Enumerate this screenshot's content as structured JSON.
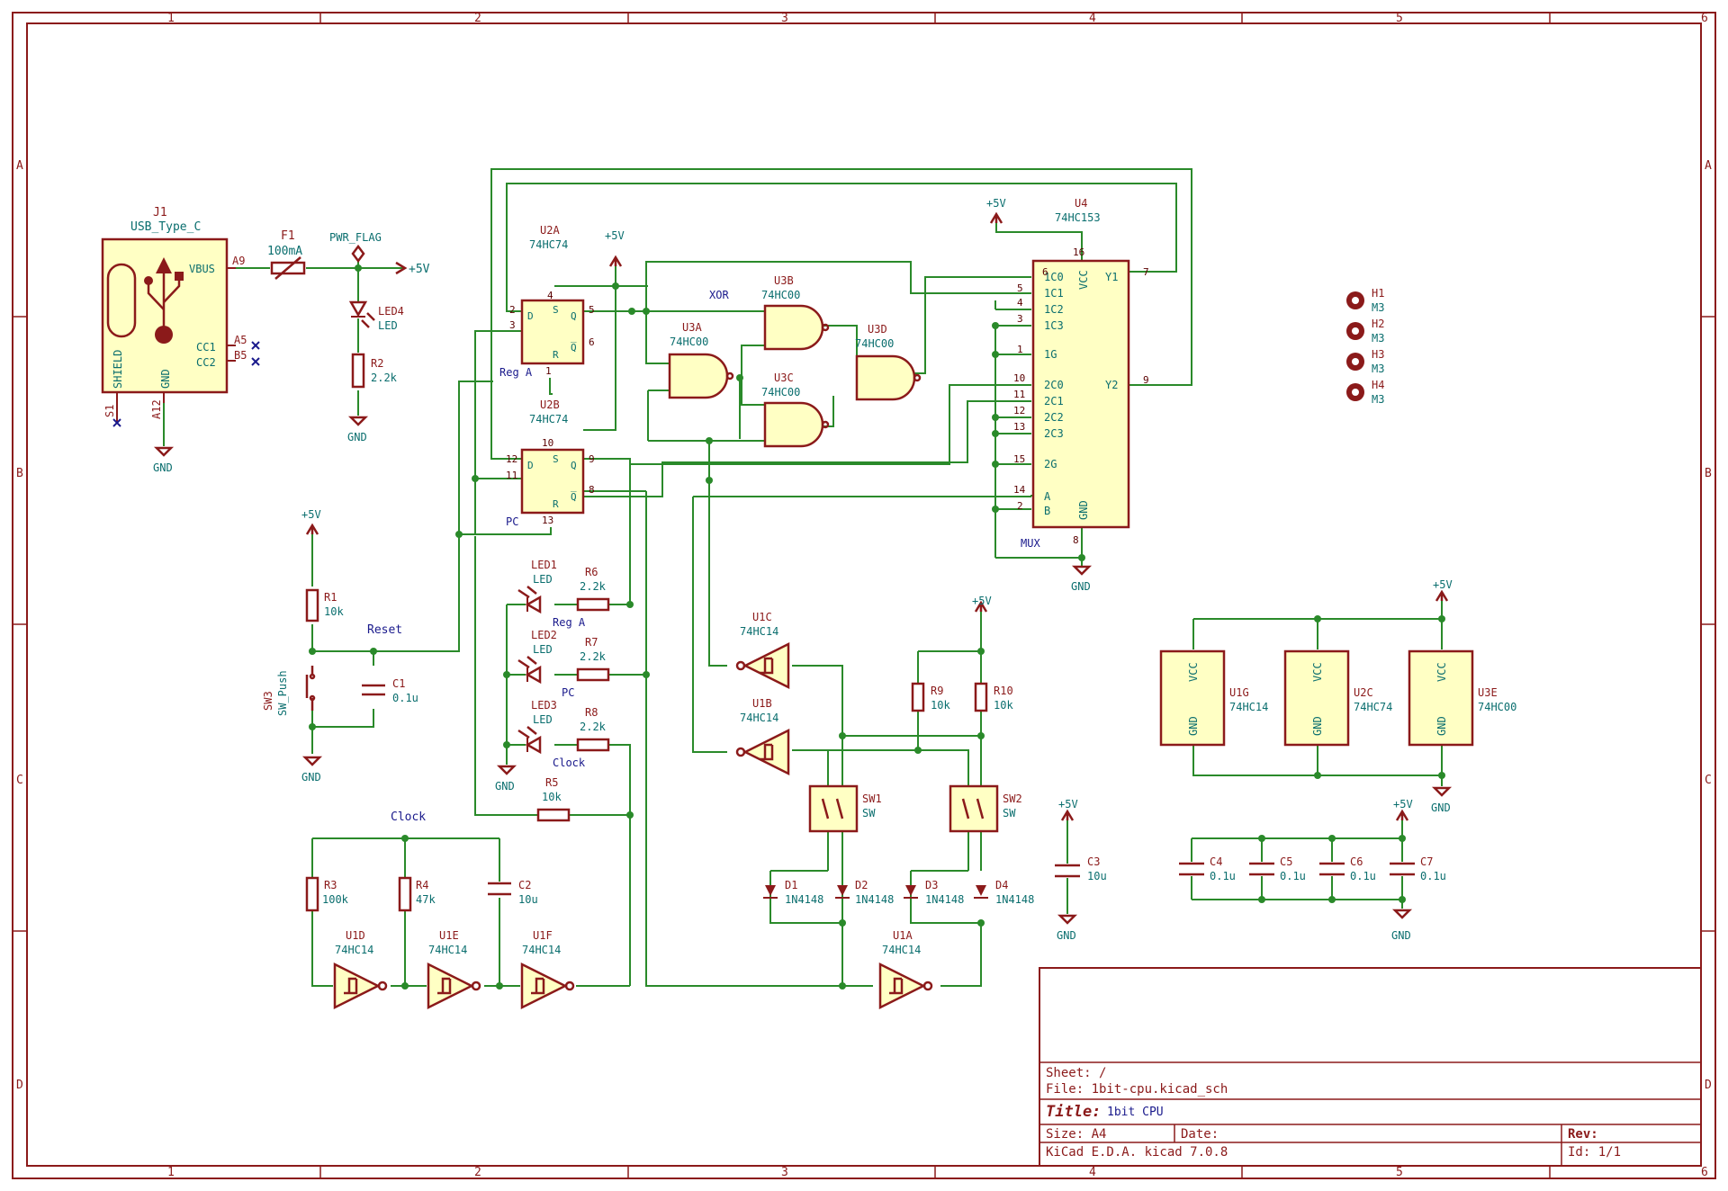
{
  "sheet": {
    "columns": [
      "1",
      "2",
      "3",
      "4",
      "5",
      "6"
    ],
    "rows": [
      "A",
      "B",
      "C",
      "D"
    ]
  },
  "title_block": {
    "sheet": "Sheet: /",
    "file": "File: 1bit-cpu.kicad_sch",
    "title_label": "Title:",
    "title": "1bit CPU",
    "size": "Size: A4",
    "date": "Date:",
    "rev": "Rev:",
    "tool": "KiCad E.D.A.  kicad 7.0.8",
    "id": "Id: 1/1"
  },
  "nets": {
    "p5v": "+5V",
    "gnd": "GND",
    "pwr_flag": "PWR_FLAG",
    "reset": "Reset",
    "clock": "Clock",
    "xor": "XOR",
    "mux": "MUX",
    "reg_a": "Reg A",
    "pc": "PC"
  },
  "components": {
    "j1": {
      "ref": "J1",
      "value": "USB_Type_C",
      "vbus": "VBUS",
      "cc1": "CC1",
      "cc2": "CC2",
      "shield": "SHIELD",
      "gnd": "GND",
      "p_a9": "A9",
      "p_a5": "A5",
      "p_b5": "B5",
      "p_a12": "A12",
      "p_s1": "S1"
    },
    "f1": {
      "ref": "F1",
      "value": "100mA"
    },
    "led4": {
      "ref": "LED4",
      "value": "LED"
    },
    "r2": {
      "ref": "R2",
      "value": "2.2k"
    },
    "r1": {
      "ref": "R1",
      "value": "10k"
    },
    "sw3": {
      "ref": "SW3",
      "value": "SW_Push"
    },
    "c1": {
      "ref": "C1",
      "value": "0.1u"
    },
    "u2a": {
      "ref": "U2A",
      "value": "74HC74"
    },
    "u2b": {
      "ref": "U2B",
      "value": "74HC74"
    },
    "u2c": {
      "ref": "U2C",
      "value": "74HC74"
    },
    "u3a": {
      "ref": "U3A",
      "value": "74HC00"
    },
    "u3b": {
      "ref": "U3B",
      "value": "74HC00"
    },
    "u3c": {
      "ref": "U3C",
      "value": "74HC00"
    },
    "u3d": {
      "ref": "U3D",
      "value": "74HC00"
    },
    "u3e": {
      "ref": "U3E",
      "value": "74HC00"
    },
    "u4": {
      "ref": "U4",
      "value": "74HC153"
    },
    "led1": {
      "ref": "LED1",
      "value": "LED"
    },
    "led2": {
      "ref": "LED2",
      "value": "LED"
    },
    "led3": {
      "ref": "LED3",
      "value": "LED"
    },
    "r6": {
      "ref": "R6",
      "value": "2.2k"
    },
    "r7": {
      "ref": "R7",
      "value": "2.2k"
    },
    "r8": {
      "ref": "R8",
      "value": "2.2k"
    },
    "r5": {
      "ref": "R5",
      "value": "10k"
    },
    "r3": {
      "ref": "R3",
      "value": "100k"
    },
    "r4": {
      "ref": "R4",
      "value": "47k"
    },
    "c2": {
      "ref": "C2",
      "value": "10u"
    },
    "u1a": {
      "ref": "U1A",
      "value": "74HC14"
    },
    "u1b": {
      "ref": "U1B",
      "value": "74HC14"
    },
    "u1c": {
      "ref": "U1C",
      "value": "74HC14"
    },
    "u1d": {
      "ref": "U1D",
      "value": "74HC14"
    },
    "u1e": {
      "ref": "U1E",
      "value": "74HC14"
    },
    "u1f": {
      "ref": "U1F",
      "value": "74HC14"
    },
    "u1g": {
      "ref": "U1G",
      "value": "74HC14"
    },
    "r9": {
      "ref": "R9",
      "value": "10k"
    },
    "r10": {
      "ref": "R10",
      "value": "10k"
    },
    "sw1": {
      "ref": "SW1",
      "value": "SW"
    },
    "sw2": {
      "ref": "SW2",
      "value": "SW"
    },
    "d1": {
      "ref": "D1",
      "value": "1N4148"
    },
    "d2": {
      "ref": "D2",
      "value": "1N4148"
    },
    "d3": {
      "ref": "D3",
      "value": "1N4148"
    },
    "d4": {
      "ref": "D4",
      "value": "1N4148"
    },
    "c3": {
      "ref": "C3",
      "value": "10u"
    },
    "c4": {
      "ref": "C4",
      "value": "0.1u"
    },
    "c5": {
      "ref": "C5",
      "value": "0.1u"
    },
    "c6": {
      "ref": "C6",
      "value": "0.1u"
    },
    "c7": {
      "ref": "C7",
      "value": "0.1u"
    },
    "h1": {
      "ref": "H1",
      "value": "M3"
    },
    "h2": {
      "ref": "H2",
      "value": "M3"
    },
    "h3": {
      "ref": "H3",
      "value": "M3"
    },
    "h4": {
      "ref": "H4",
      "value": "M3"
    }
  },
  "pins": {
    "ff": {
      "d": "D",
      "q": "Q",
      "qn": "Q̅",
      "s": "S",
      "r": "R"
    },
    "u4": {
      "vcc": "VCC",
      "gnd": "GND",
      "y1": "Y1",
      "y2": "Y2",
      "c10": "1C0",
      "c11": "1C1",
      "c12": "1C2",
      "c13": "1C3",
      "g1": "1G",
      "c20": "2C0",
      "c21": "2C1",
      "c22": "2C2",
      "c23": "2C3",
      "g2": "2G",
      "a": "A",
      "b": "B"
    },
    "pwr": {
      "vcc": "VCC",
      "gnd": "GND"
    },
    "nums": [
      "1",
      "2",
      "3",
      "4",
      "5",
      "6",
      "7",
      "8",
      "9",
      "10",
      "11",
      "12",
      "13",
      "14",
      "15",
      "16"
    ]
  }
}
